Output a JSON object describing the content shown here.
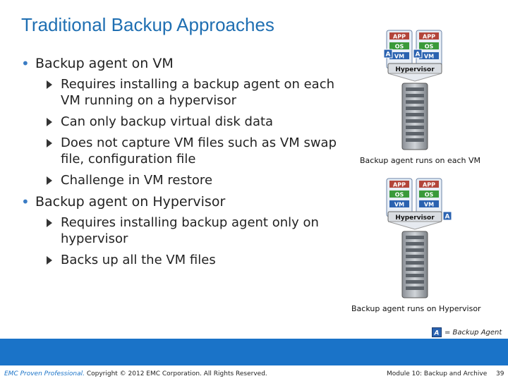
{
  "slide": {
    "title": "Traditional Backup Approaches",
    "sections": [
      {
        "heading": "Backup agent on VM",
        "items": [
          "Requires installing a backup agent on each VM running on a hypervisor",
          "Can only backup virtual disk data",
          "Does not capture VM files such as VM swap file, configuration file",
          "Challenge in VM restore"
        ]
      },
      {
        "heading": "Backup agent on Hypervisor",
        "items": [
          "Requires installing backup agent only on hypervisor",
          "Backs up all the VM files"
        ]
      }
    ]
  },
  "diagrams": {
    "app_label": "APP",
    "os_label": "OS",
    "vm_label": "VM",
    "hypervisor_label": "Hypervisor",
    "agent_glyph": "A",
    "caption_vm": "Backup agent runs  on each VM",
    "caption_hypervisor": "Backup agent runs  on Hypervisor"
  },
  "legend": {
    "text": "= Backup Agent"
  },
  "footer": {
    "brand": "EMC Proven Professional.",
    "copyright": " Copyright © 2012 EMC Corporation. All Rights Reserved.",
    "module": "Module 10: Backup and Archive",
    "page": "39"
  },
  "colors": {
    "title": "#1f6fb2",
    "footer_band": "#1a73c8",
    "app_box": "#b3453a",
    "os_box": "#3a9a3a",
    "vm_box": "#2a62b0"
  }
}
